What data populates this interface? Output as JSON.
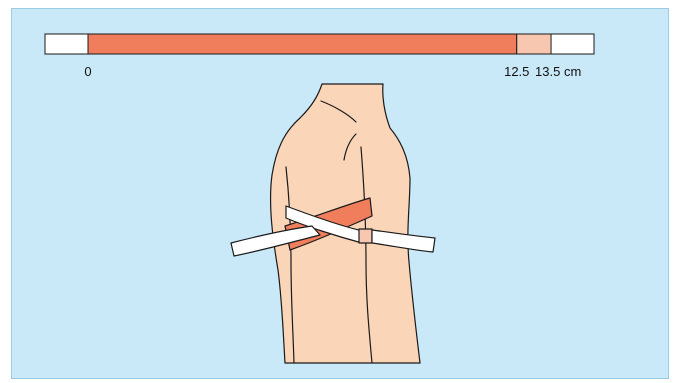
{
  "scale": {
    "labels": {
      "start": "0",
      "mid": "12.5",
      "end": "13.5 cm"
    },
    "values": {
      "min": 0,
      "normal_max": 12.5,
      "max": 13.5
    }
  },
  "colors": {
    "background": "#c9e8f8",
    "normal_zone": "#f07d5c",
    "tolerance_zone": "#f7c7b0",
    "skin": "#fbd5b8",
    "tape": "#ffffff",
    "outline": "#1a1a1a"
  },
  "figure": {
    "subject": "upper-thigh-circumference",
    "tape_icon": "measuring-tape-icon"
  }
}
